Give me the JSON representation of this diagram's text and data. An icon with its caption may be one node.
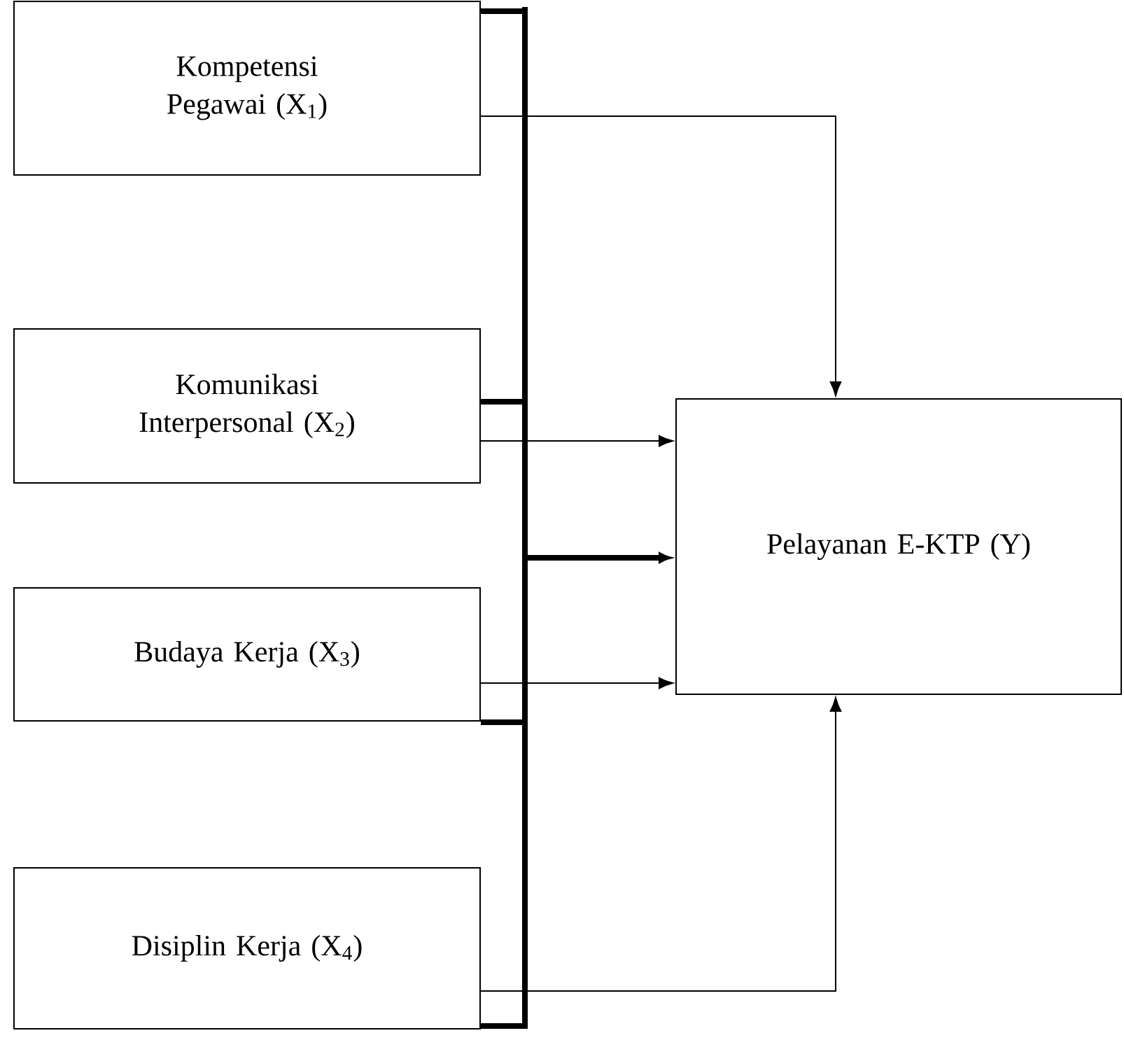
{
  "diagram": {
    "nodes": [
      {
        "text": [
          "Kompetensi Pegawai (X$_{1}$)"
        ]
      },
      {
        "text": [
          "Komunikasi Interpersonal (X$_{2}$)"
        ]
      },
      {
        "text": [
          "Budaya Kerja (X$_{3}$)"
        ]
      },
      {
        "text": [
          "Disiplin Kerja (X$_{4}$)"
        ]
      },
      {
        "text": [
          "Pelayanan E-KTP (Y)"
        ]
      }
    ],
    "edges": [
      {
        "from": 0,
        "to": 4,
        "arrow": "to"
      },
      {
        "from": 1,
        "to": 4,
        "arrow": "to"
      },
      {
        "from": 2,
        "to": 4,
        "arrow": "to"
      },
      {
        "from": 3,
        "to": 4,
        "arrow": "to"
      },
      {
        "from": 0,
        "to": 4,
        "arrow": "to",
        "style": "thick"
      },
      {
        "from": 1,
        "to": 4,
        "arrow": "to",
        "style": "thick"
      },
      {
        "from": 2,
        "to": 4,
        "arrow": "to",
        "style": "thick"
      },
      {
        "from": 3,
        "to": 4,
        "arrow": "to",
        "style": "thick"
      }
    ]
  }
}
